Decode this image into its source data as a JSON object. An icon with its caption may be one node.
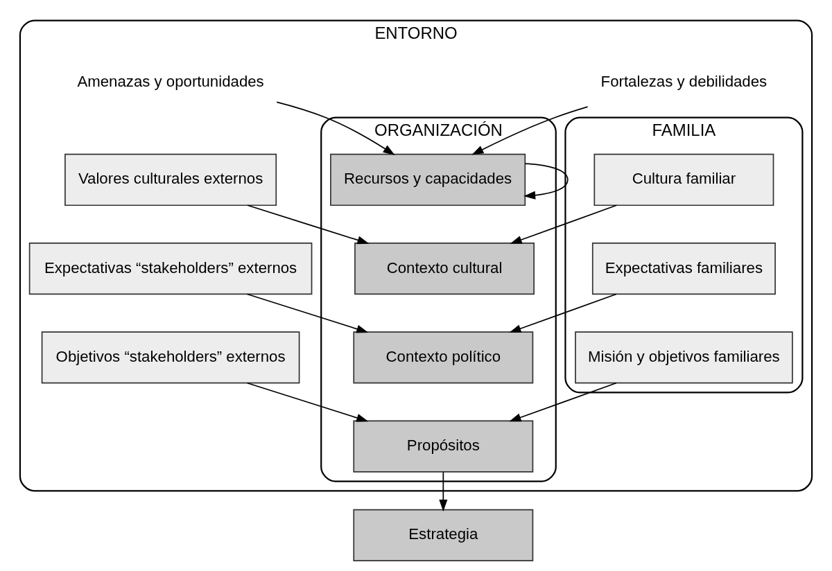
{
  "diagram": {
    "nodes": [
      {
        "text": [
          "ENTORNO"
        ]
      },
      {
        "text": [
          "FAMILIA"
        ],
        "in": 0
      },
      {
        "text": [
          "ORGANIZACIÓN"
        ],
        "in": 0
      },
      {
        "text": [
          "Fortalezas y debilidades"
        ],
        "in": 0
      },
      {
        "text": [
          "Amenazas y oportunidades"
        ],
        "in": 0
      },
      {
        "text": [
          "Recursos y capacidades"
        ],
        "in": 2
      },
      {
        "text": [
          "Cultura familiar"
        ],
        "in": 1
      },
      {
        "text": [
          "Contexto cultural"
        ],
        "in": 2
      },
      {
        "text": [
          "Valores culturales externos"
        ],
        "in": 0
      },
      {
        "text": [
          "Expectativas familiares"
        ],
        "in": 1
      },
      {
        "text": [
          "Contexto político"
        ],
        "in": 2
      },
      {
        "text": [
          "Expectativas “stakeholders” externos"
        ],
        "in": 0
      },
      {
        "text": [
          "Misión y objetivos familiares"
        ],
        "in": 1
      },
      {
        "text": [
          "Propósitos"
        ],
        "in": 2
      },
      {
        "text": [
          "Objetivos “stakeholders” externos"
        ],
        "in": 0
      },
      {
        "text": [
          "Estrategia"
        ]
      }
    ],
    "edges": [
      {
        "from": 5,
        "to": 5,
        "arrow": "to"
      },
      {
        "from": 3,
        "to": 5,
        "arrow": "to"
      },
      {
        "from": 4,
        "to": 5,
        "arrow": "to"
      },
      {
        "from": 6,
        "to": 7,
        "arrow": "to"
      },
      {
        "from": 8,
        "to": 7,
        "arrow": "to"
      },
      {
        "from": 9,
        "to": 10,
        "arrow": "to"
      },
      {
        "from": 11,
        "to": 10,
        "arrow": "to"
      },
      {
        "from": 12,
        "to": 13,
        "arrow": "to"
      },
      {
        "from": 14,
        "to": 13,
        "arrow": "to"
      },
      {
        "from": 13,
        "to": 15,
        "arrow": "to"
      }
    ]
  }
}
